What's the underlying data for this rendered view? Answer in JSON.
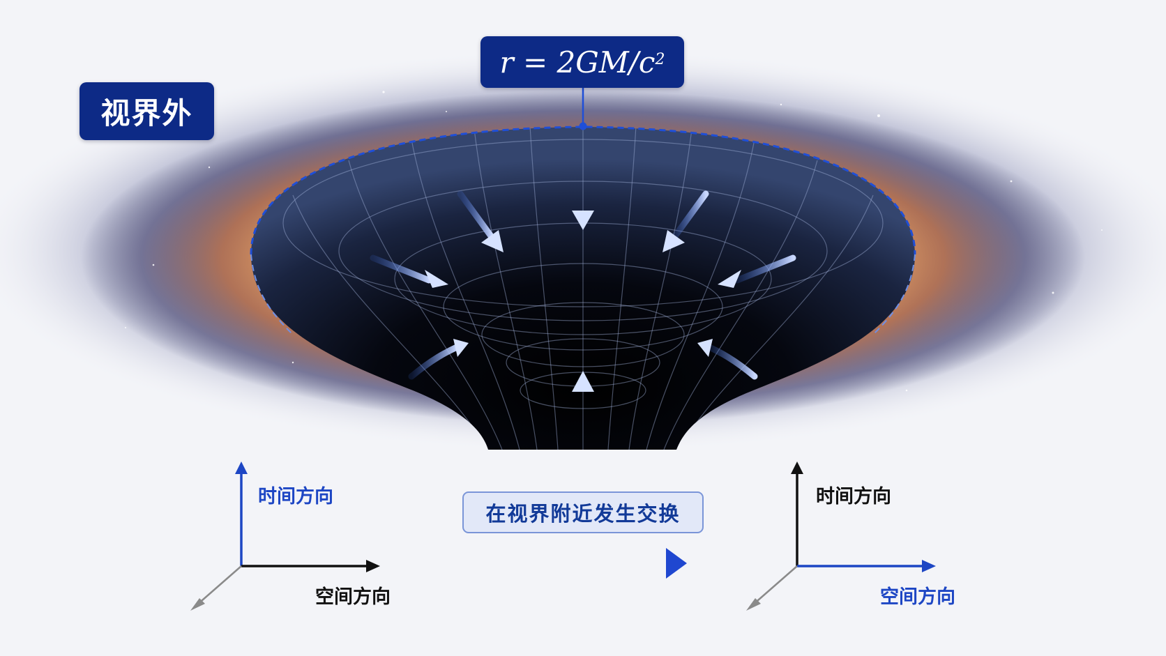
{
  "labels": {
    "outside_horizon": "视界外",
    "radius_formula_main": "r = 2GM/c",
    "radius_formula_exp": "2",
    "swap_note": "在视界附近发生交换"
  },
  "left_axes": {
    "time": "时间方向",
    "space": "空间方向"
  },
  "right_axes": {
    "time": "时间方向",
    "space": "空间方向"
  },
  "colors": {
    "accent": "#1d46c4",
    "label_bg": "#0d2a86",
    "accretion_orange": "#f2a35c",
    "background": "#f3f4f8"
  }
}
